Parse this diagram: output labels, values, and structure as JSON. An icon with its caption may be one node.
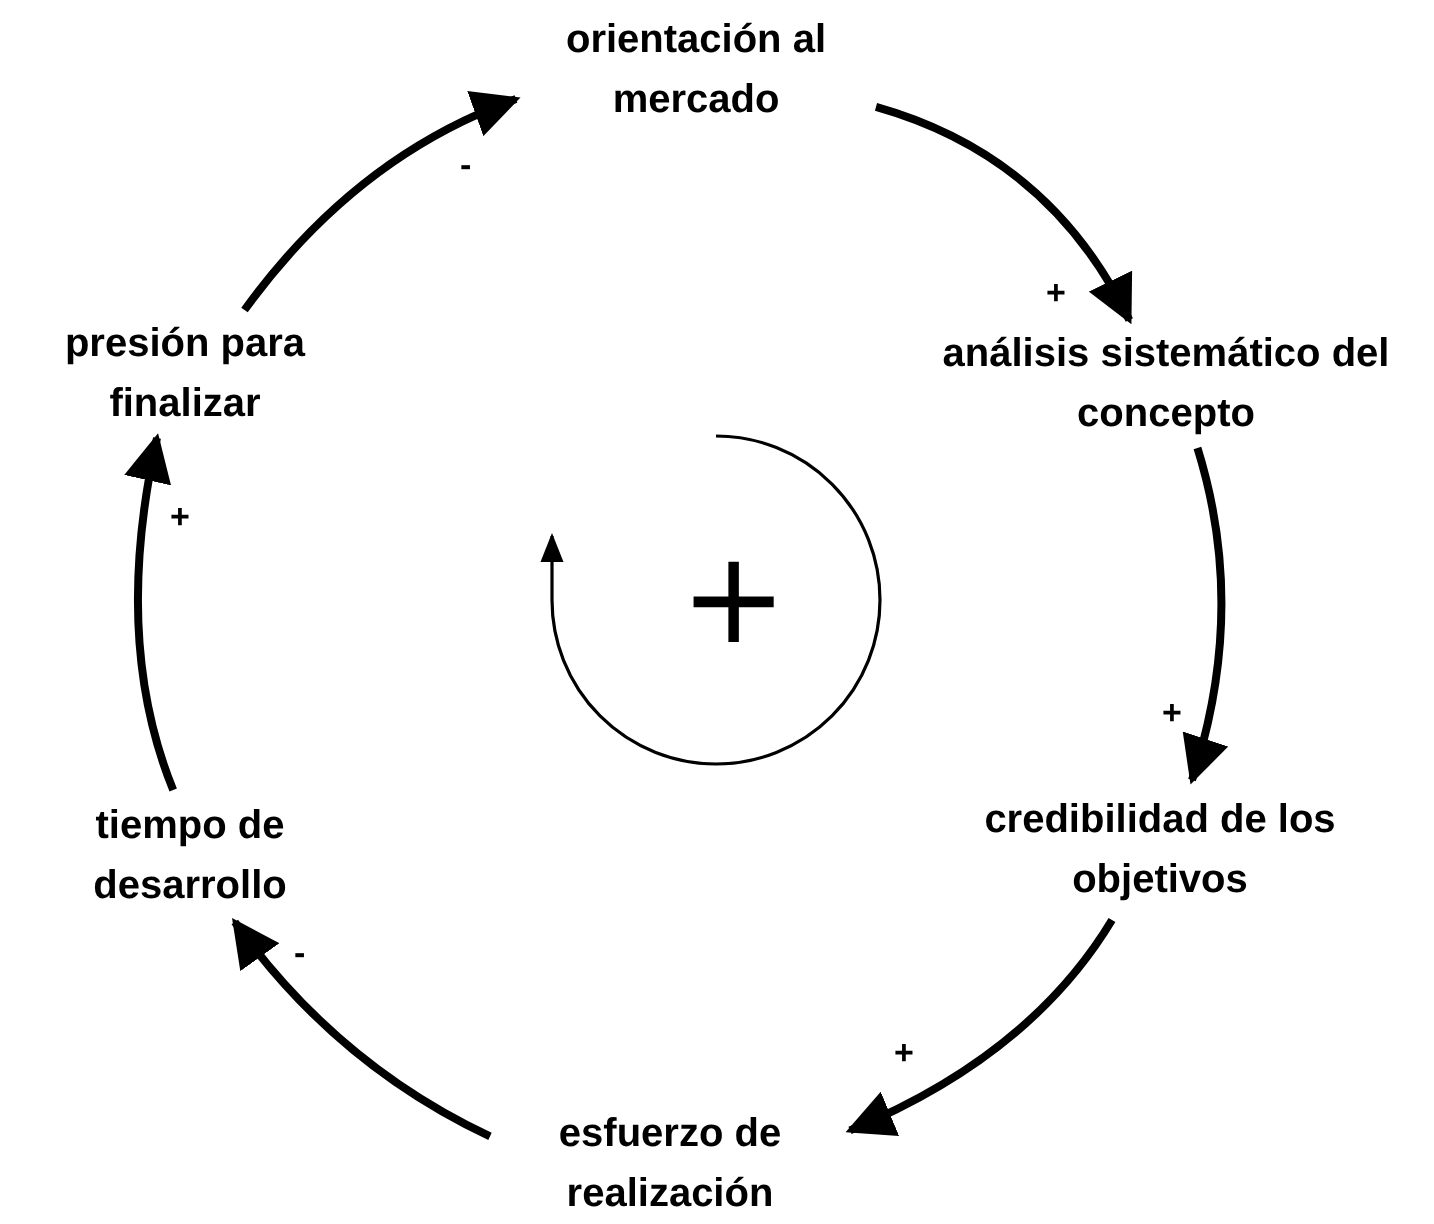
{
  "diagram": {
    "nodes": [
      {
        "text": [
          "orientación al mercado"
        ]
      },
      {
        "text": [
          "análisis sistemático del concepto"
        ]
      },
      {
        "text": [
          "credibilidad de los objetivos"
        ]
      },
      {
        "text": [
          "esfuerzo de realización"
        ]
      },
      {
        "text": [
          "tiempo de desarrollo"
        ]
      },
      {
        "text": [
          "presión para finalizar"
        ]
      }
    ],
    "edges": [
      {
        "from": 0,
        "to": 1,
        "arrow": "to",
        "label": "+"
      },
      {
        "from": 1,
        "to": 2,
        "arrow": "to",
        "label": "+"
      },
      {
        "from": 2,
        "to": 3,
        "arrow": "to",
        "label": "+"
      },
      {
        "from": 3,
        "to": 4,
        "arrow": "to",
        "label": "-"
      },
      {
        "from": 4,
        "to": 5,
        "arrow": "to",
        "label": "+"
      },
      {
        "from": 5,
        "to": 0,
        "arrow": "to",
        "label": "-"
      }
    ],
    "labels": [
      "+"
    ]
  }
}
